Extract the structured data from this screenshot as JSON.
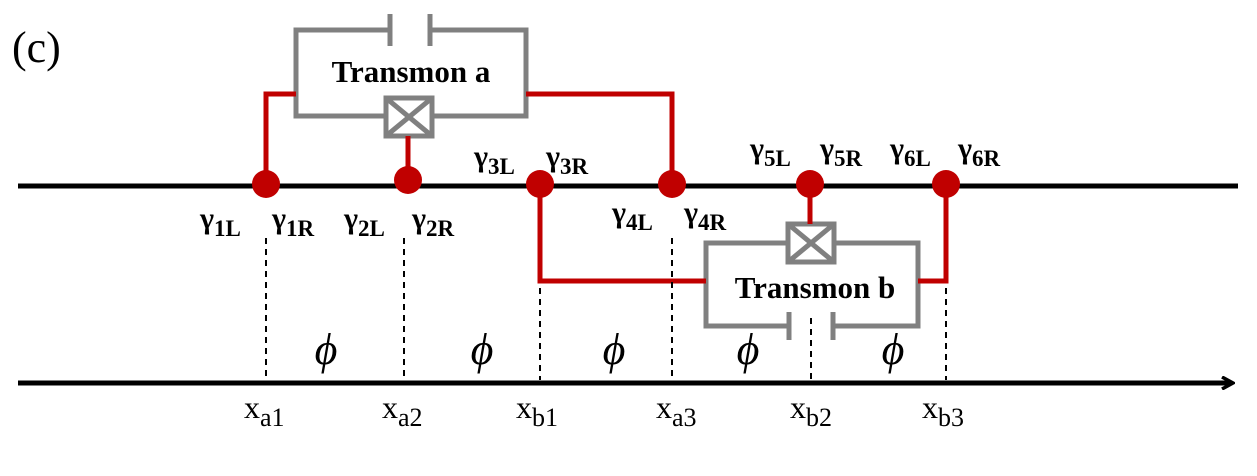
{
  "panel_label": "(c)",
  "transmons": {
    "a": {
      "label": "Transmon a"
    },
    "b": {
      "label": "Transmon b"
    }
  },
  "majoranas": [
    {
      "id": "1",
      "left": "1L",
      "right": "1R"
    },
    {
      "id": "2",
      "left": "2L",
      "right": "2R"
    },
    {
      "id": "3",
      "left": "3L",
      "right": "3R"
    },
    {
      "id": "4",
      "left": "4L",
      "right": "4R"
    },
    {
      "id": "5",
      "left": "5L",
      "right": "5R"
    },
    {
      "id": "6",
      "left": "6L",
      "right": "6R"
    }
  ],
  "gamma_symbol": "γ",
  "phase_symbol": "ϕ",
  "positions": [
    {
      "base": "x",
      "sub": "a1"
    },
    {
      "base": "x",
      "sub": "a2"
    },
    {
      "base": "x",
      "sub": "b1"
    },
    {
      "base": "x",
      "sub": "a3"
    },
    {
      "base": "x",
      "sub": "b2"
    },
    {
      "base": "x",
      "sub": "b3"
    }
  ],
  "colors": {
    "wire": "#c00000",
    "circuit": "#808080",
    "line": "#000000"
  }
}
